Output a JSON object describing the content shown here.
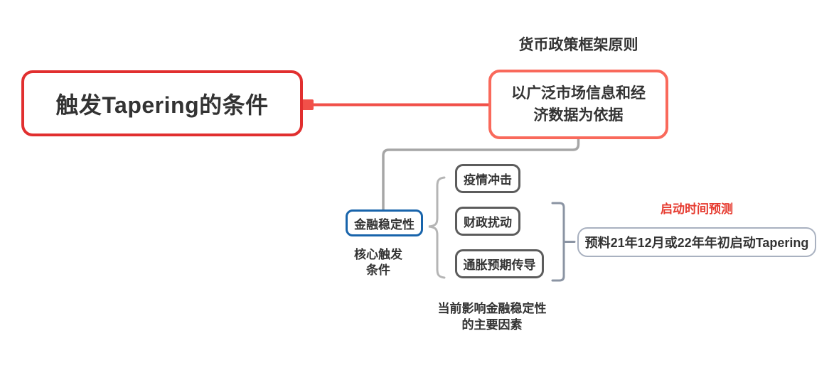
{
  "diagram": {
    "title_node": {
      "label": "触发Tapering的条件"
    },
    "policy_branch": {
      "heading": "货币政策框架原则",
      "node_lines": [
        "以广泛市场信息和经",
        "济数据为依据"
      ]
    },
    "stability_node": {
      "label": "金融稳定性",
      "caption_lines": [
        "核心触发",
        "条件"
      ]
    },
    "factor_nodes": [
      {
        "label": "疫情冲击"
      },
      {
        "label": "财政扰动"
      },
      {
        "label": "通胀预期传导"
      }
    ],
    "factors_caption_lines": [
      "当前影响金融稳定性",
      "的主要因素"
    ],
    "prediction": {
      "heading": "启动时间预测",
      "node_label": "预料21年12月或22年年初启动Tapering"
    },
    "colors": {
      "root_border": "#e12f2f",
      "branch_border": "#f9695b",
      "branch_connector": "#f15049",
      "tree_connector": "#a6a6a6",
      "stability_border": "#1864ab",
      "factor_border": "#5c5c5c",
      "brace": "#b5b5b5",
      "bracket": "#8b94a3",
      "prediction_border": "#a9b1c0",
      "prediction_heading_color": "#e63b30",
      "text": "#333333"
    }
  }
}
